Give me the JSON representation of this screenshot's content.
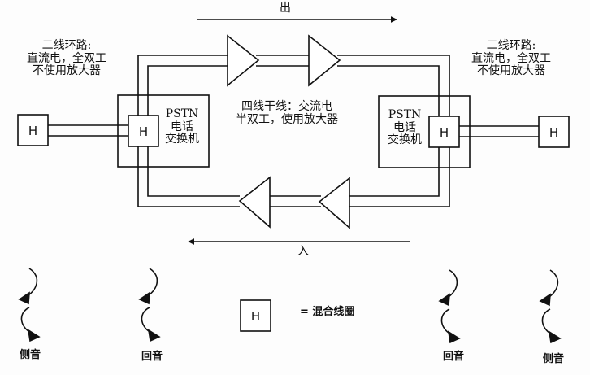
{
  "diagram": {
    "direction_out": "出",
    "direction_in": "入",
    "two_wire_label_left": [
      "二线环路:",
      "直流电，全双工",
      "不使用放大器"
    ],
    "two_wire_label_right": [
      "二线环路:",
      "直流电，全双工",
      "不使用放大器"
    ],
    "four_wire_label": [
      "四线干线：交流电",
      "半双工，使用放大器"
    ],
    "exchange_left": [
      "PSTN",
      "电话",
      "交换机"
    ],
    "exchange_right": [
      "PSTN",
      "电话",
      "交换机"
    ],
    "hybrid_symbol": "H",
    "legend": {
      "symbol": "H",
      "text": "= 混合线圈"
    },
    "effects": [
      {
        "label": "侧音",
        "icon": "sidetone-curved-arrows-icon"
      },
      {
        "label": "回音",
        "icon": "echo-curved-arrows-icon"
      },
      {
        "label": "回音",
        "icon": "echo-curved-arrows-icon"
      },
      {
        "label": "侧音",
        "icon": "sidetone-curved-arrows-icon"
      }
    ],
    "colors": {
      "line": "#111111",
      "background": "#fdfdfd"
    }
  }
}
